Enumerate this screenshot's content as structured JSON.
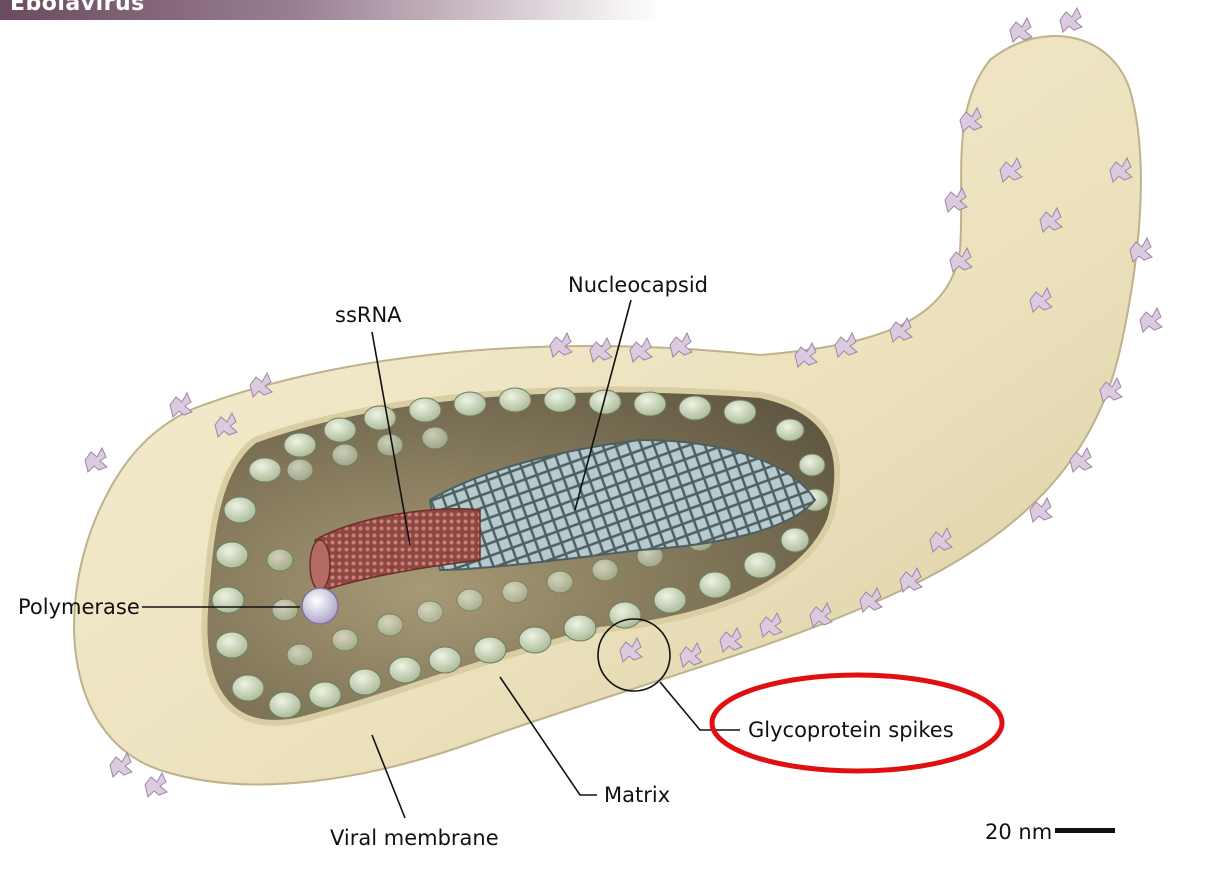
{
  "header": {
    "title": "Ebolavirus"
  },
  "labels": {
    "ssrna": "ssRNA",
    "nucleocapsid": "Nucleocapsid",
    "polymerase": "Polymerase",
    "glycoprotein": "Glycoprotein spikes",
    "matrix": "Matrix",
    "membrane": "Viral membrane",
    "scale": "20 nm"
  },
  "colors": {
    "membrane": "#efe6c5",
    "interior": "#8a7f63",
    "matrix_bead": "#c9d6b8",
    "nucleocapsid": "#9fb8bd",
    "ssrna": "#a0554f",
    "polymerase": "#d7d2e6",
    "spike": "#dccbe0",
    "highlight": "#e01010"
  }
}
